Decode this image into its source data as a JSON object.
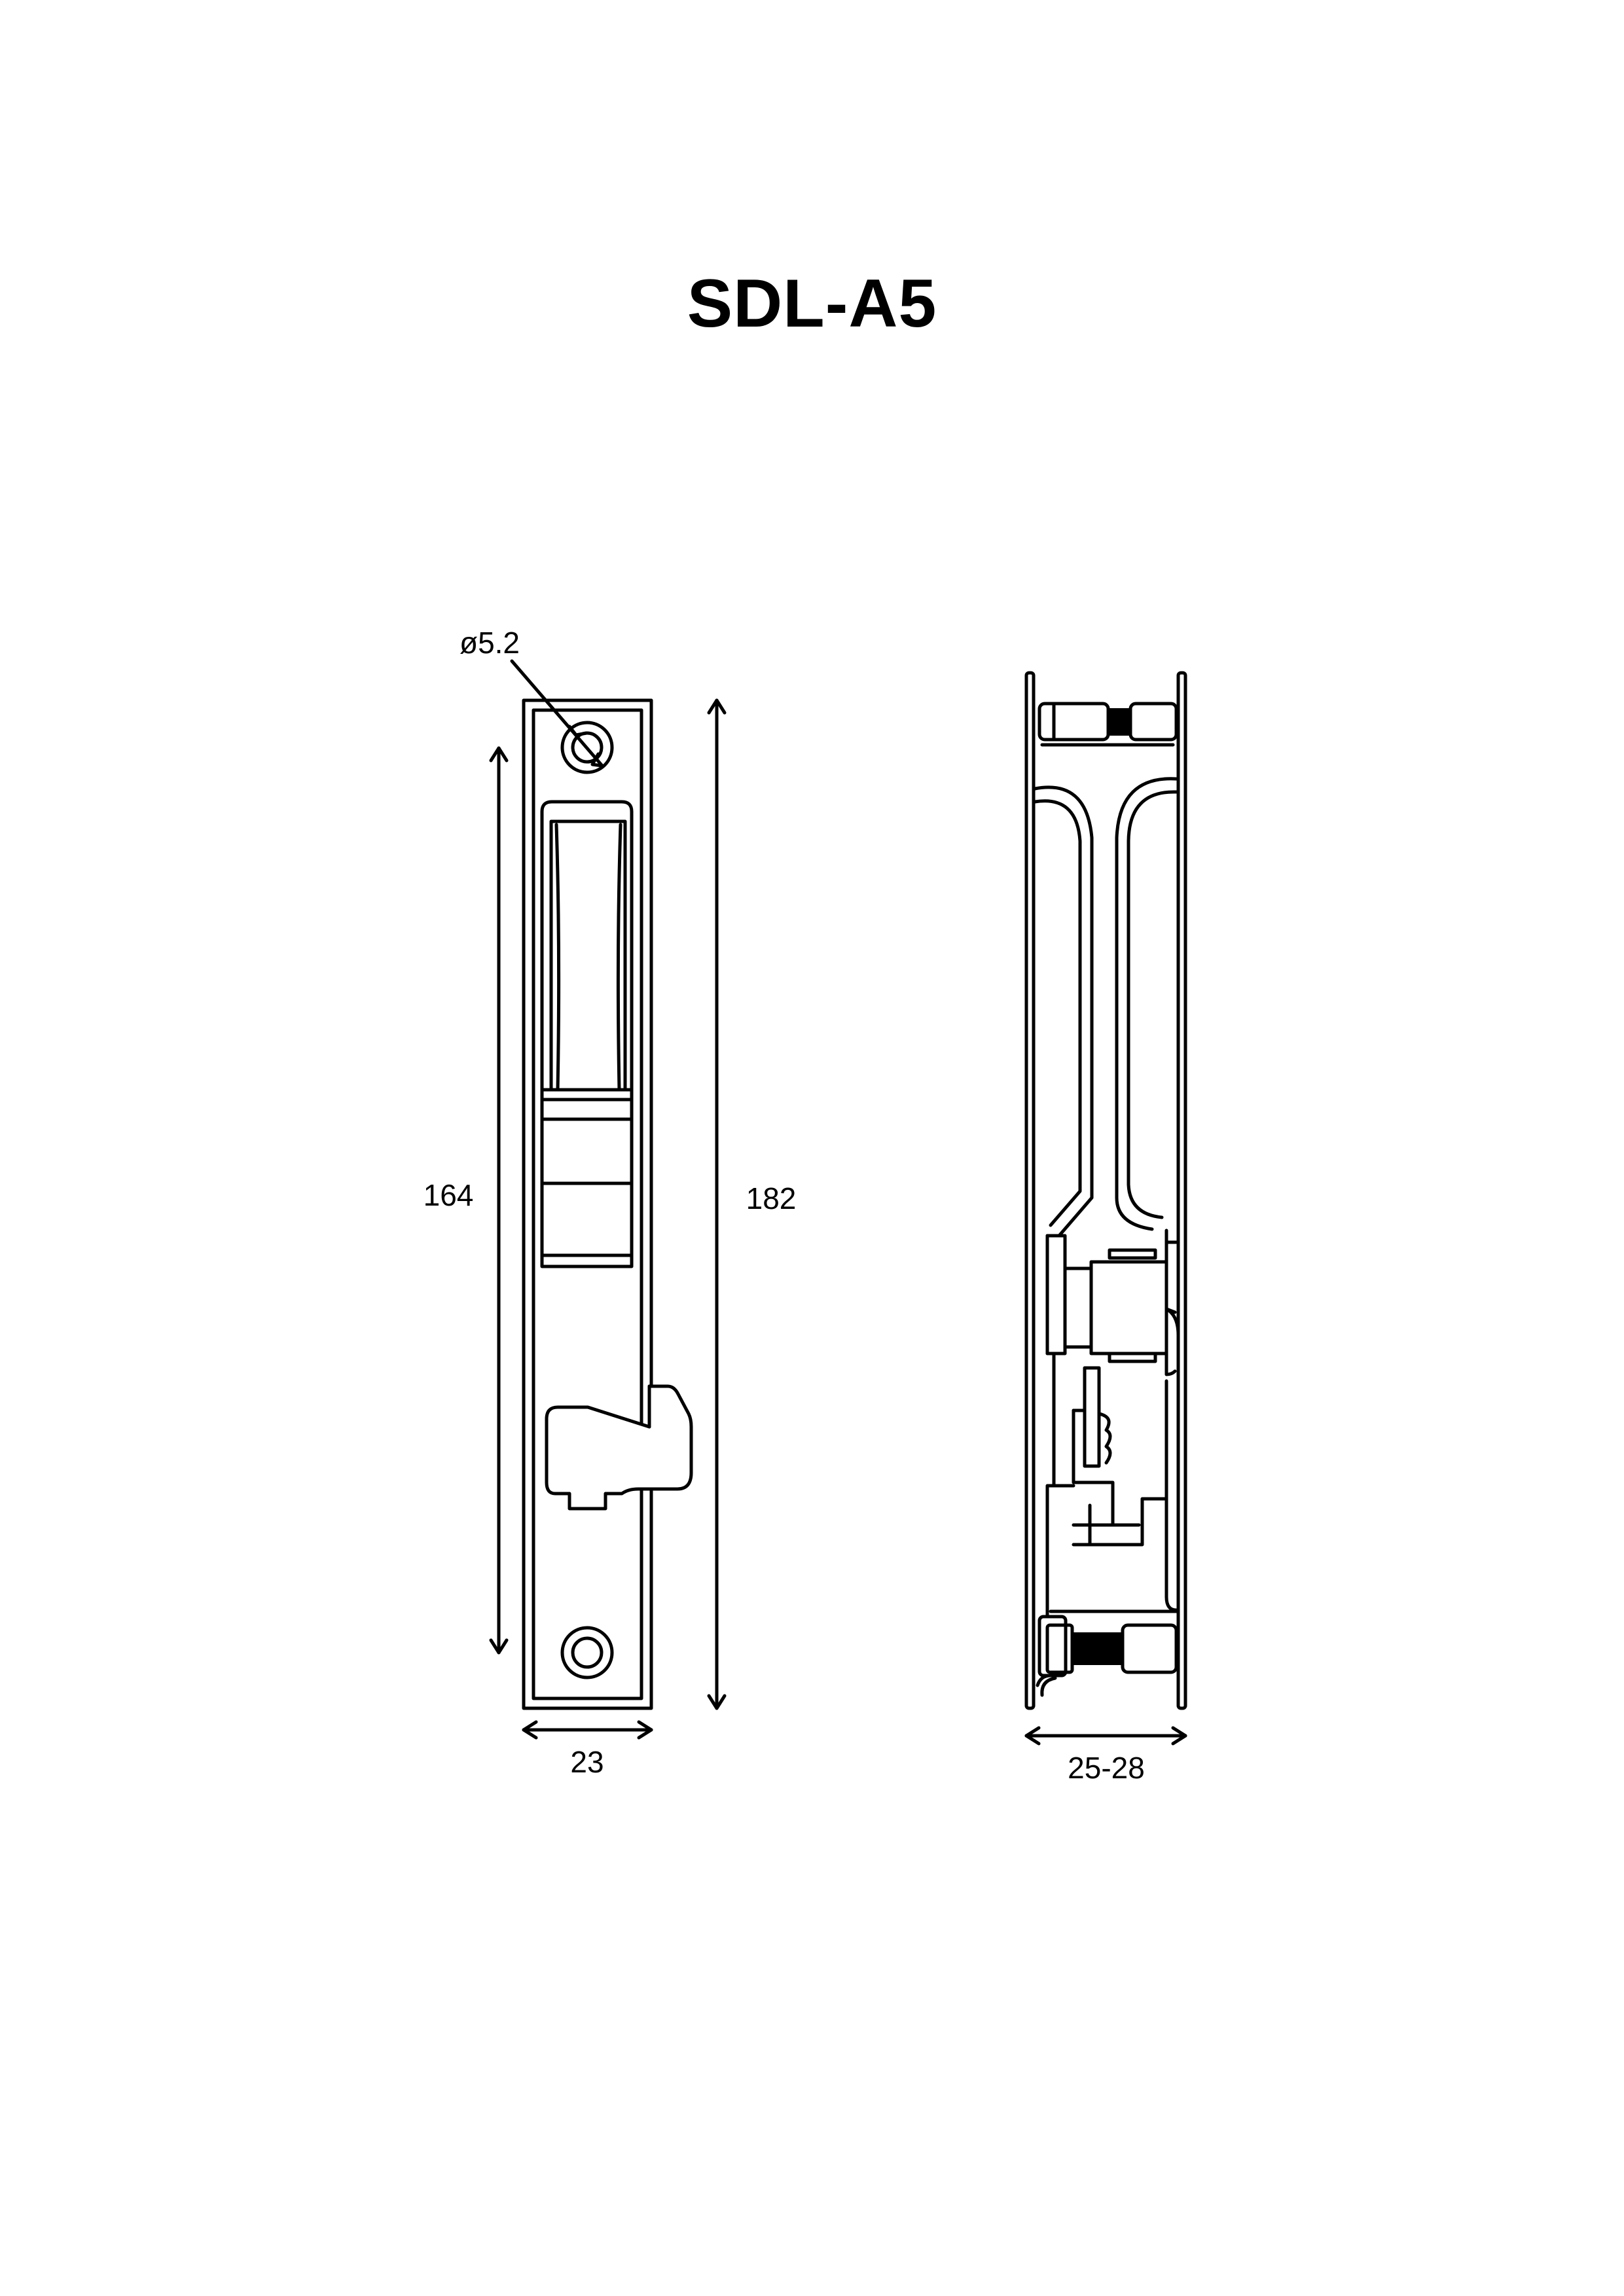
{
  "title": "SDL-A5",
  "dimensions": {
    "hole_diameter": "ø5.2",
    "hole_spacing": "164",
    "overall_height": "182",
    "faceplate_width": "23",
    "door_thickness": "25-28"
  }
}
